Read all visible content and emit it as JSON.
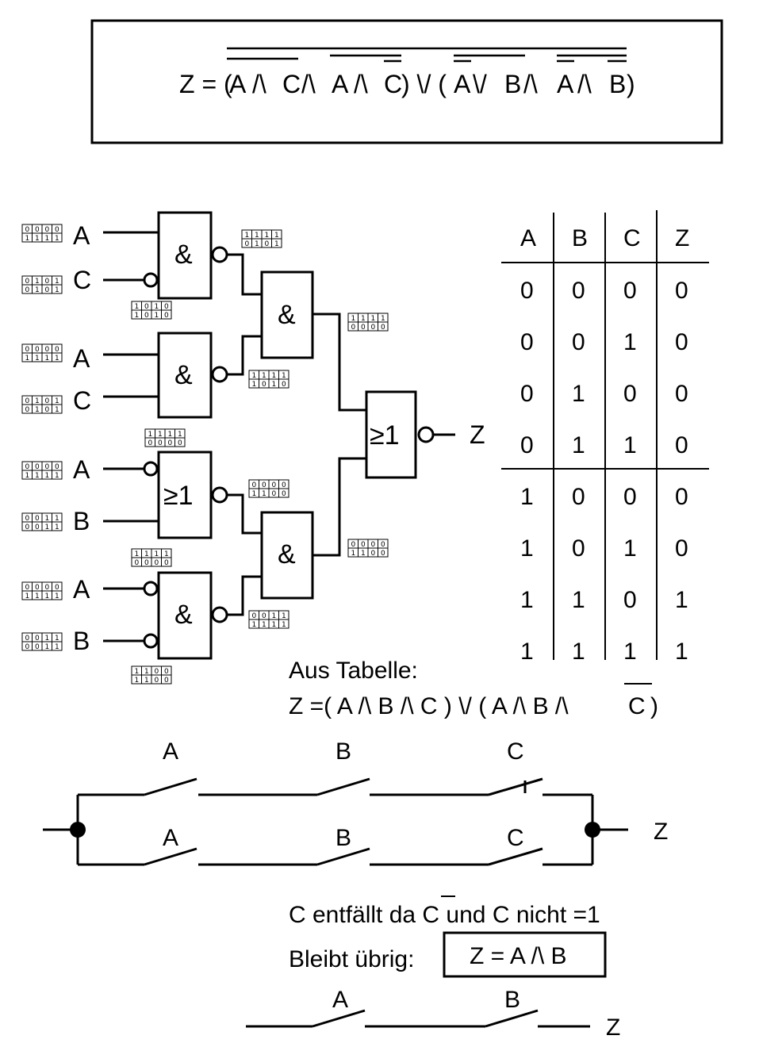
{
  "formula": {
    "z_eq": "Z = (",
    "t1": "A",
    "op1": "/\\",
    "t2": "C",
    "op2": "/\\",
    "t3": "A",
    "op3": "/\\",
    "t4": "C",
    "mid": ")  \\/  (",
    "t5": "A",
    "op4": "\\/",
    "t6": "B",
    "op5": "/\\",
    "t7": "A",
    "op6": "/\\",
    "t8": "B",
    "end": ")"
  },
  "circuit": {
    "inputs": [
      "A",
      "C",
      "A",
      "C",
      "A",
      "B",
      "A",
      "B"
    ],
    "gate_and": "&",
    "gate_or": "≥1",
    "output": "Z",
    "input_sequences": [
      [
        "0000",
        "1111"
      ],
      [
        "0101",
        "0101"
      ],
      [
        "0000",
        "1111"
      ],
      [
        "0101",
        "0101"
      ],
      [
        "0000",
        "1111"
      ],
      [
        "0011",
        "0011"
      ],
      [
        "0000",
        "1111"
      ],
      [
        "0011",
        "0011"
      ]
    ],
    "gate_sequences": {
      "g1_in": [
        "1010",
        "1010"
      ],
      "g1_out": [
        "1111",
        "0101"
      ],
      "g2_out": [
        "1111",
        "1010"
      ],
      "g3_in": [
        "1111",
        "0000"
      ],
      "g3_out": [
        "0000",
        "1100"
      ],
      "g4_in_a": [
        "1111",
        "0000"
      ],
      "g4_in_b": [
        "1100",
        "1100"
      ],
      "g4_out": [
        "0011",
        "1111"
      ],
      "g5_out": [
        "1111",
        "0000"
      ],
      "g6_out": [
        "0000",
        "1100"
      ]
    }
  },
  "truth_table": {
    "headers": [
      "A",
      "B",
      "C",
      "Z"
    ],
    "rows": [
      [
        "0",
        "0",
        "0",
        "0"
      ],
      [
        "0",
        "0",
        "1",
        "0"
      ],
      [
        "0",
        "1",
        "0",
        "0"
      ],
      [
        "0",
        "1",
        "1",
        "0"
      ],
      [
        "1",
        "0",
        "0",
        "0"
      ],
      [
        "1",
        "0",
        "1",
        "0"
      ],
      [
        "1",
        "1",
        "0",
        "1"
      ],
      [
        "1",
        "1",
        "1",
        "1"
      ]
    ]
  },
  "derivation": {
    "heading": "Aus Tabelle:",
    "formula": "Z =( A /\\ B /\\ C ) \\/ ( A /\\ B /\\",
    "formula_c": "C",
    "formula_end": ")"
  },
  "switch_circuit": {
    "top": [
      "A",
      "B",
      "C"
    ],
    "bottom": [
      "A",
      "B",
      "C"
    ],
    "output": "Z"
  },
  "conclusion": {
    "line1": "C entfällt da C und C nicht =1",
    "line2": "Bleibt übrig:",
    "result": "Z = A /\\ B"
  },
  "final_circuit": {
    "labels": [
      "A",
      "B"
    ],
    "output": "Z"
  }
}
